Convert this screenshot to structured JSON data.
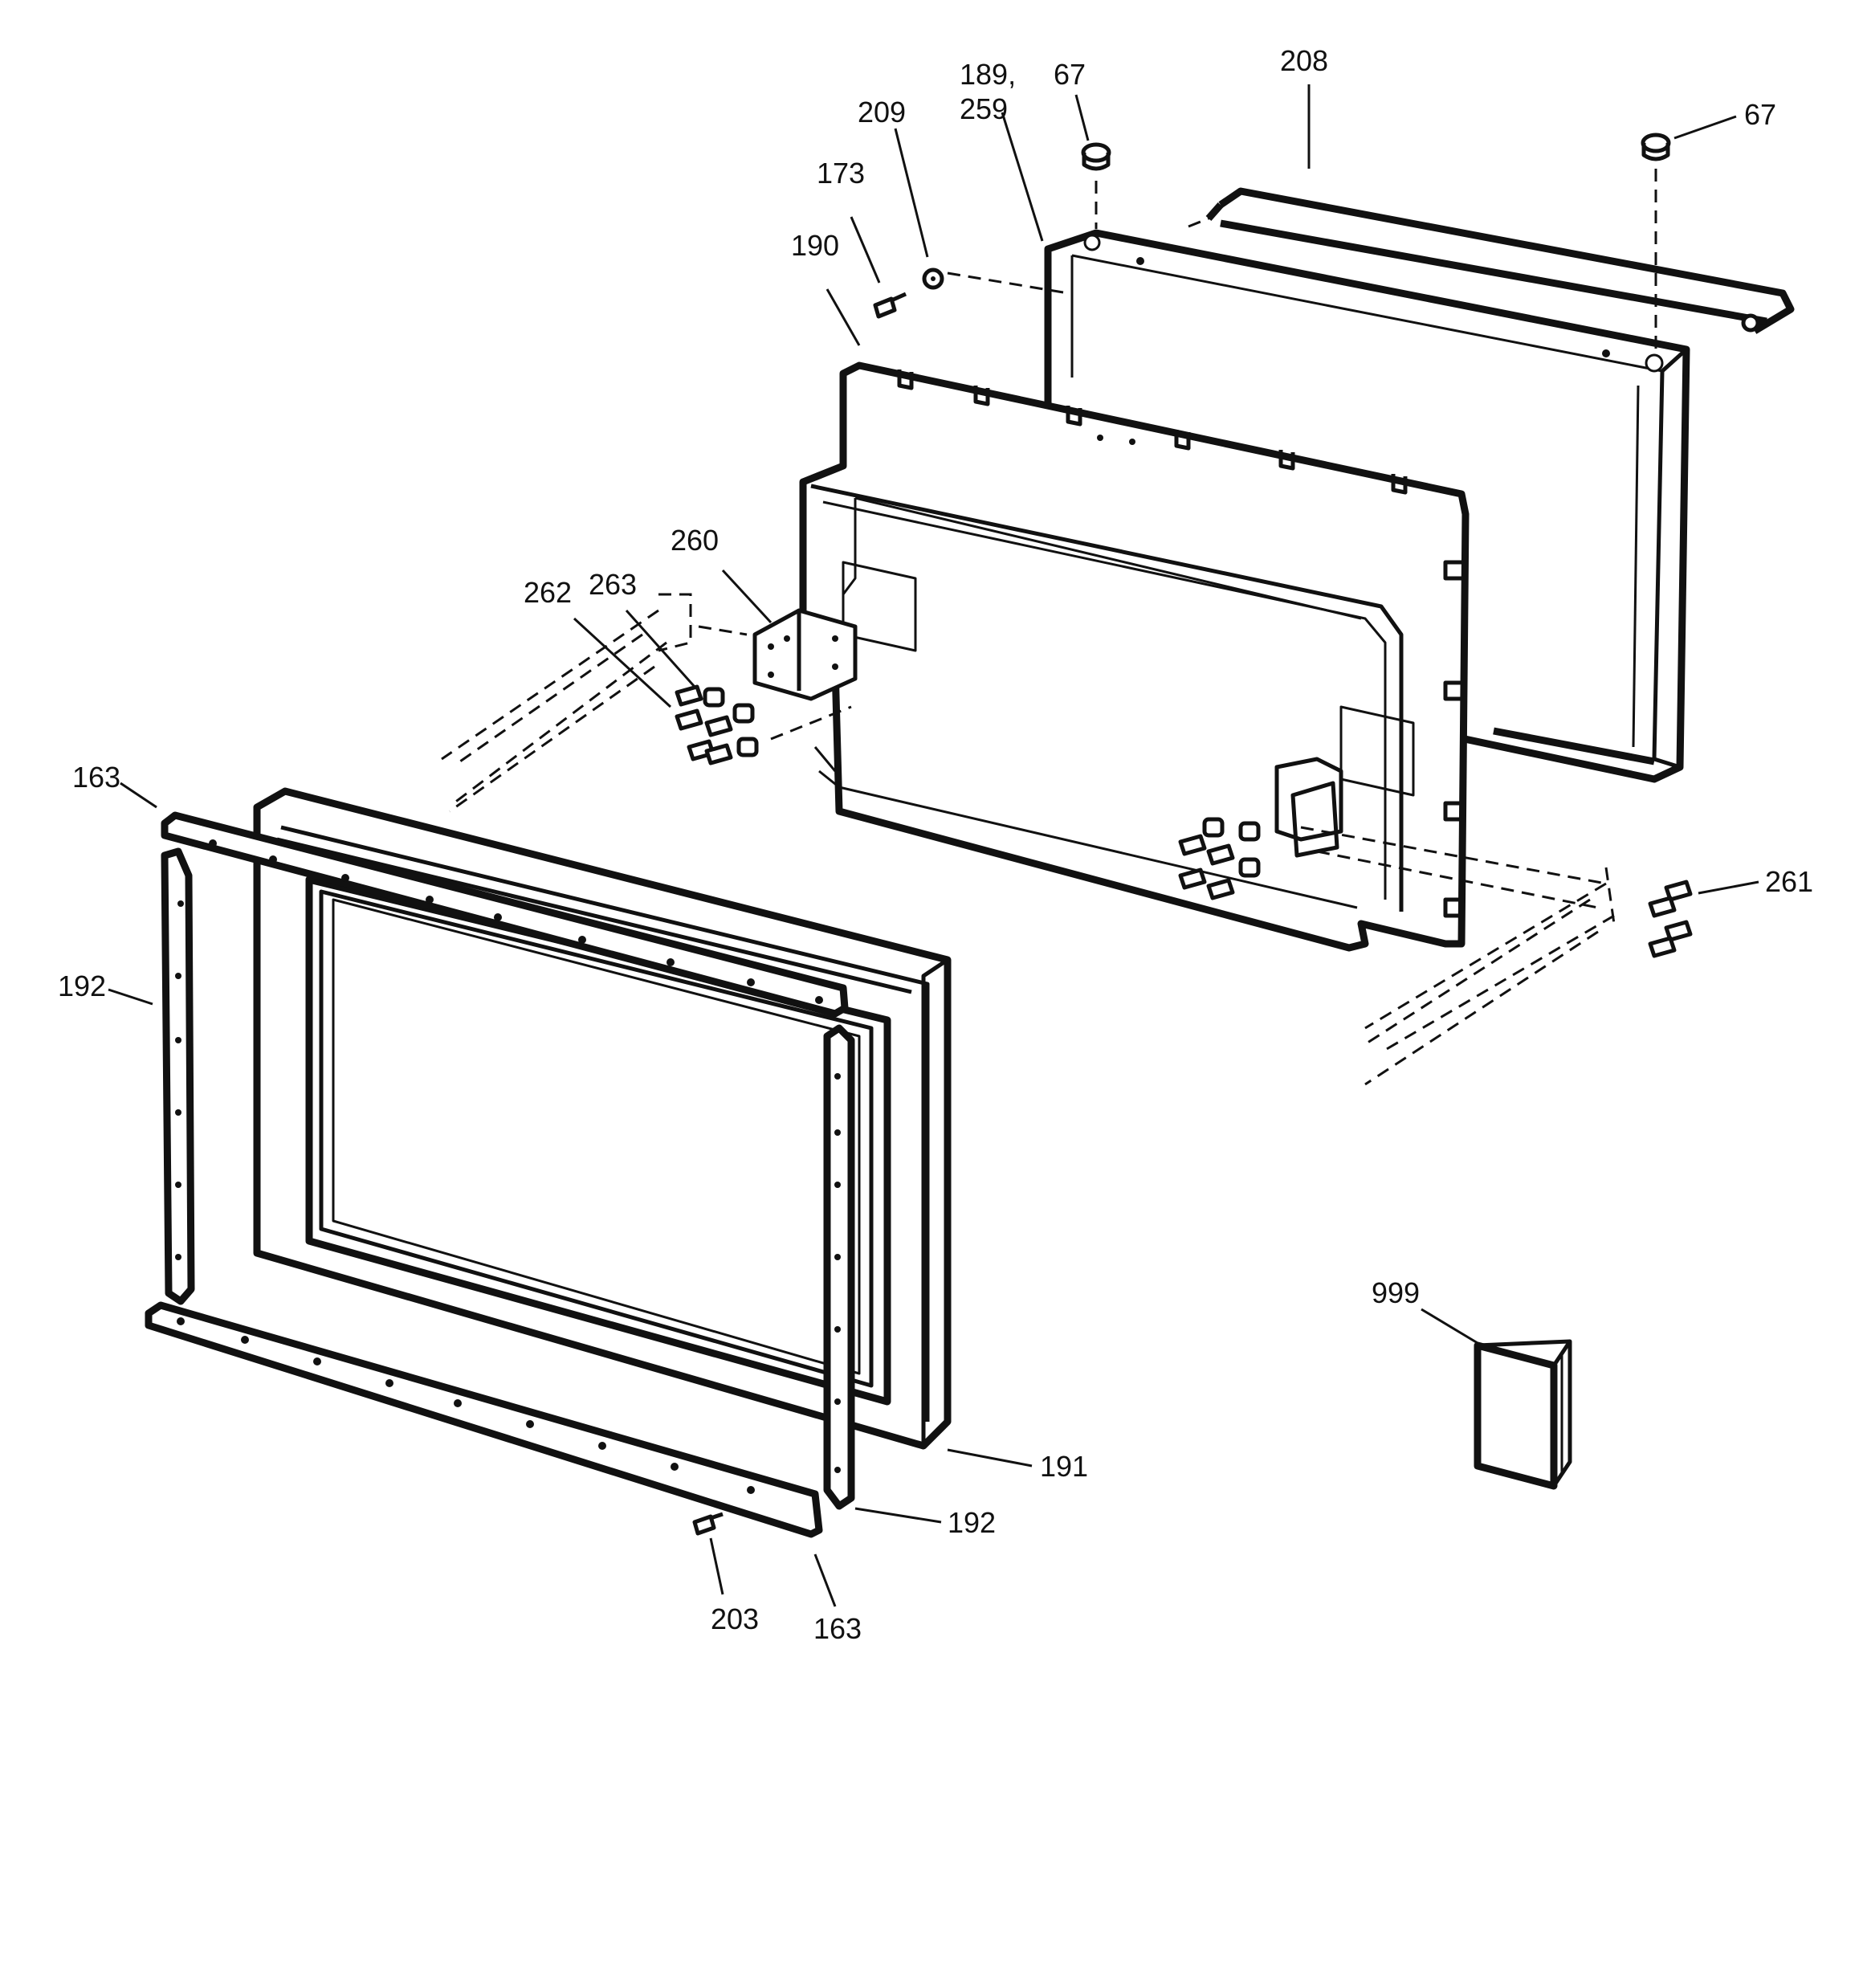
{
  "parts": [
    {
      "id": "189",
      "label": "189,"
    },
    {
      "id": "259",
      "label": "259"
    },
    {
      "id": "67a",
      "label": "67"
    },
    {
      "id": "67b",
      "label": "67"
    },
    {
      "id": "208",
      "label": "208"
    },
    {
      "id": "209",
      "label": "209"
    },
    {
      "id": "173",
      "label": "173"
    },
    {
      "id": "190",
      "label": "190"
    },
    {
      "id": "260",
      "label": "260"
    },
    {
      "id": "262",
      "label": "262"
    },
    {
      "id": "263",
      "label": "263"
    },
    {
      "id": "163a",
      "label": "163"
    },
    {
      "id": "192a",
      "label": "192"
    },
    {
      "id": "261",
      "label": "261"
    },
    {
      "id": "999",
      "label": "999"
    },
    {
      "id": "191",
      "label": "191"
    },
    {
      "id": "192b",
      "label": "192"
    },
    {
      "id": "203",
      "label": "203"
    },
    {
      "id": "163b",
      "label": "163"
    }
  ]
}
